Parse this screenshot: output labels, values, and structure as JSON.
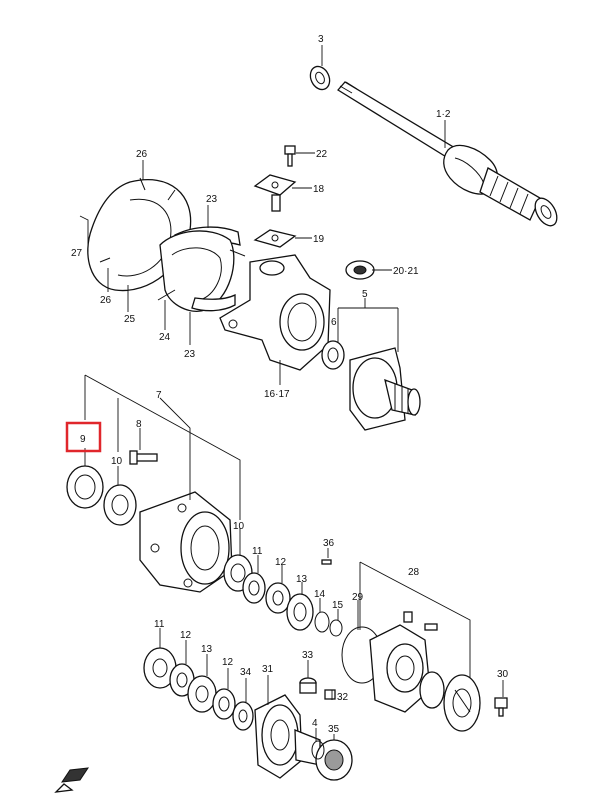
{
  "diagram": {
    "highlight_color": "#e0262b",
    "front_indicator_icon": "front-arrow-icon",
    "callouts": [
      {
        "id": "c3",
        "label": "3"
      },
      {
        "id": "c1-2",
        "label": "1·2"
      },
      {
        "id": "c26a",
        "label": "26"
      },
      {
        "id": "c22",
        "label": "22"
      },
      {
        "id": "c18",
        "label": "18"
      },
      {
        "id": "c23a",
        "label": "23"
      },
      {
        "id": "c27",
        "label": "27"
      },
      {
        "id": "c19",
        "label": "19"
      },
      {
        "id": "c20-21",
        "label": "20·21"
      },
      {
        "id": "c26b",
        "label": "26"
      },
      {
        "id": "c25",
        "label": "25"
      },
      {
        "id": "c24",
        "label": "24"
      },
      {
        "id": "c5",
        "label": "5"
      },
      {
        "id": "c6",
        "label": "6"
      },
      {
        "id": "c23b",
        "label": "23"
      },
      {
        "id": "c16-17",
        "label": "16·17"
      },
      {
        "id": "c7",
        "label": "7"
      },
      {
        "id": "c8",
        "label": "8"
      },
      {
        "id": "c9",
        "label": "9"
      },
      {
        "id": "c10a",
        "label": "10"
      },
      {
        "id": "c10b",
        "label": "10"
      },
      {
        "id": "c11a",
        "label": "11"
      },
      {
        "id": "c36",
        "label": "36"
      },
      {
        "id": "c12a",
        "label": "12"
      },
      {
        "id": "c28",
        "label": "28"
      },
      {
        "id": "c13a",
        "label": "13"
      },
      {
        "id": "c14",
        "label": "14"
      },
      {
        "id": "c15",
        "label": "15"
      },
      {
        "id": "c29",
        "label": "29"
      },
      {
        "id": "c11b",
        "label": "11"
      },
      {
        "id": "c12b",
        "label": "12"
      },
      {
        "id": "c13b",
        "label": "13"
      },
      {
        "id": "c33",
        "label": "33"
      },
      {
        "id": "c12c",
        "label": "12"
      },
      {
        "id": "c34",
        "label": "34"
      },
      {
        "id": "c31",
        "label": "31"
      },
      {
        "id": "c30",
        "label": "30"
      },
      {
        "id": "c32",
        "label": "32"
      },
      {
        "id": "c4",
        "label": "4"
      },
      {
        "id": "c35",
        "label": "35"
      }
    ],
    "highlighted_callout": "9"
  }
}
